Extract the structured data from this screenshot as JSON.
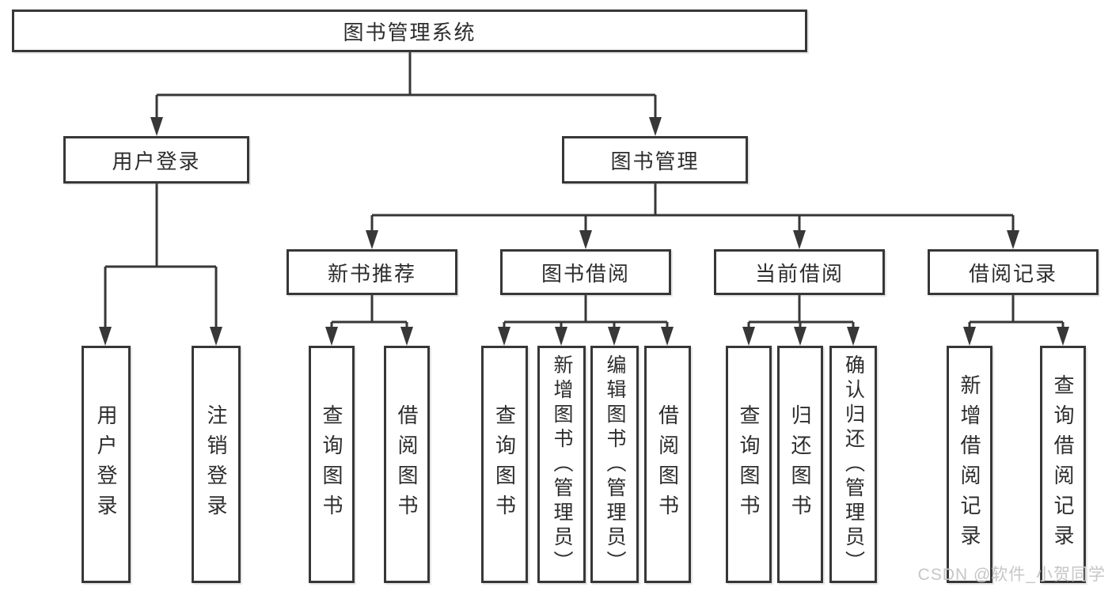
{
  "root": {
    "label": "图书管理系统"
  },
  "user_login": {
    "label": "用户登录",
    "children": [
      {
        "label": "用户登录"
      },
      {
        "label": "注销登录"
      }
    ]
  },
  "book_management": {
    "label": "图书管理",
    "sections": [
      {
        "label": "新书推荐",
        "children": [
          {
            "label": "查询图书"
          },
          {
            "label": "借阅图书"
          }
        ]
      },
      {
        "label": "图书借阅",
        "children": [
          {
            "label": "查询图书"
          },
          {
            "label": "新增图书（管理员）"
          },
          {
            "label": "编辑图书（管理员）"
          },
          {
            "label": "借阅图书"
          }
        ]
      },
      {
        "label": "当前借阅",
        "children": [
          {
            "label": "查询图书"
          },
          {
            "label": "归还图书"
          },
          {
            "label": "确认归还（管理员）"
          }
        ]
      },
      {
        "label": "借阅记录",
        "children": [
          {
            "label": "新增借阅记录"
          },
          {
            "label": "查询借阅记录"
          }
        ]
      }
    ]
  },
  "watermark": "CSDN @软件_小贺同学",
  "colors": {
    "line": "#373737",
    "text": "#2d2d2d",
    "watermark": "#c9c5c5",
    "background": "#ffffff"
  }
}
